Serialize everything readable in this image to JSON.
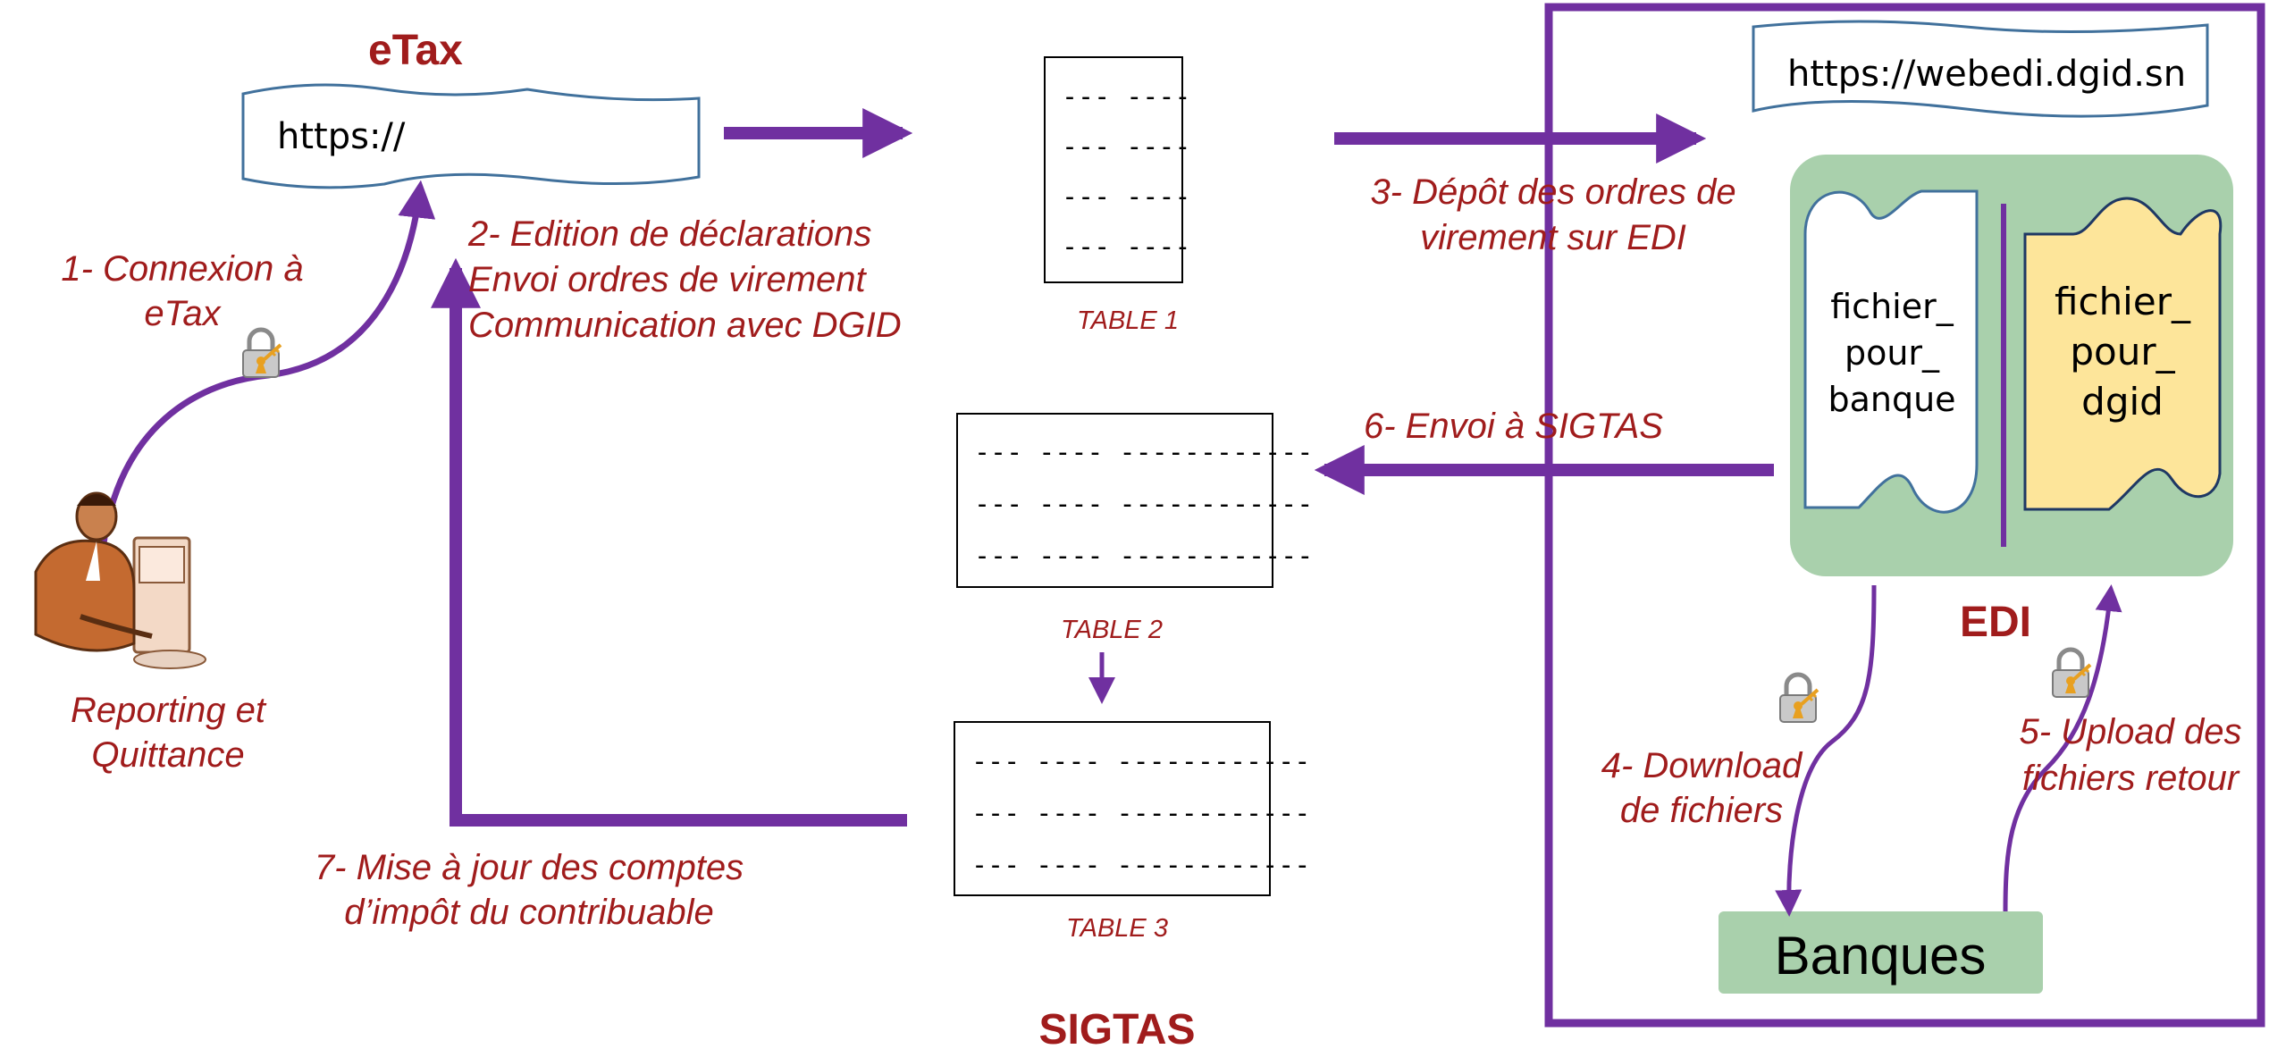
{
  "etax": {
    "title": "eTax",
    "url": "https://"
  },
  "edi": {
    "title": "EDI",
    "url": "https://webedi.dgid.sn",
    "file_bank": [
      "fichier_",
      "pour_",
      "banque"
    ],
    "file_dgid": [
      "fichier_",
      "pour_",
      "dgid"
    ]
  },
  "sigtas": {
    "title": "SIGTAS"
  },
  "banks": {
    "label": "Banques"
  },
  "user": {
    "caption": [
      "Reporting et",
      "Quittance"
    ]
  },
  "tables": {
    "table1": {
      "caption": "TABLE 1",
      "rows": [
        "--- ----",
        "--- ----",
        "--- ----",
        "--- ----"
      ]
    },
    "table2": {
      "caption": "TABLE 2",
      "rows": [
        "--- ---- ------------",
        "--- ---- ------------",
        "--- ---- ------------"
      ]
    },
    "table3": {
      "caption": "TABLE 3",
      "rows": [
        "--- ---- ------------",
        "--- ---- ------------",
        "--- ---- ------------"
      ]
    }
  },
  "steps": {
    "s1": [
      "1- Connexion à",
      "eTax"
    ],
    "s2": [
      "2- Edition de déclarations",
      "Envoi ordres de virement",
      "Communication avec DGID"
    ],
    "s3": [
      "3- Dépôt des ordres de",
      "virement sur EDI"
    ],
    "s4": [
      "4- Download",
      "de fichiers"
    ],
    "s5": [
      "5- Upload des",
      "fichiers retour"
    ],
    "s6": [
      "6- Envoi à SIGTAS"
    ],
    "s7": [
      "7- Mise à jour des comptes",
      "d’impôt du contribuable"
    ]
  },
  "colors": {
    "arrow": "#7030a0",
    "label": "#a01c1c",
    "edi_panel": "#a9d0ac",
    "file_dgid_fill": "#fde59a",
    "banks_fill": "#a9d0ac",
    "url_border": "#41719c"
  },
  "icons": [
    "lock-icon",
    "user-computer-icon"
  ]
}
